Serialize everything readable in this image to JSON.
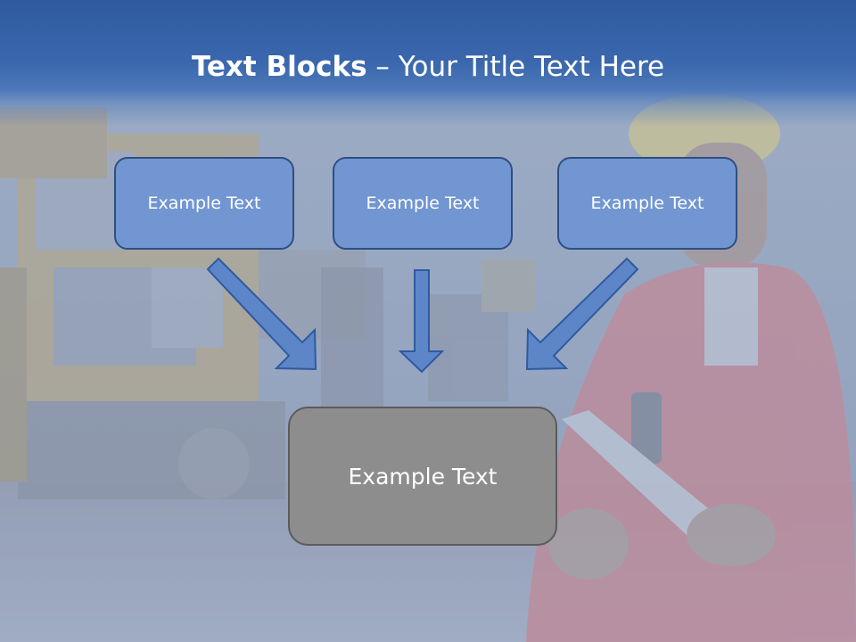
{
  "slide": {
    "title_bold": "Text Blocks",
    "title_separator": " – ",
    "title_rest": "Your Title Text Here",
    "top_boxes": [
      "Example Text",
      "Example Text",
      "Example Text"
    ],
    "bottom_box": "Example Text"
  },
  "colors": {
    "header": "#2f5aa0",
    "box_fill": "#7196d2",
    "box_border": "#2e4f82",
    "bottom_box_fill": "#8d8d8d",
    "arrow_fill": "#5c86c8"
  },
  "background_scene": "mining site with yellow truck and worker in red jacket with hard hat"
}
